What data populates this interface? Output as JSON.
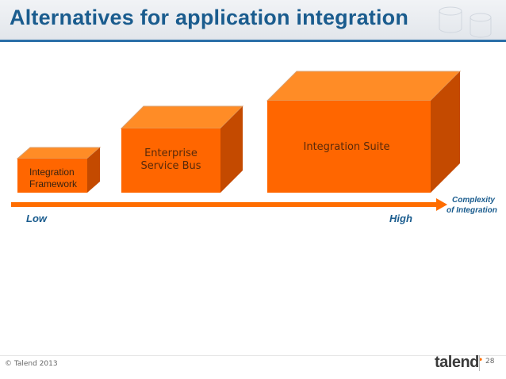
{
  "title": "Alternatives for application integration",
  "boxes": [
    {
      "label": "Integration\nFramework"
    },
    {
      "label": "Enterprise\nService Bus"
    },
    {
      "label": "Integration Suite"
    }
  ],
  "axis": {
    "low": "Low",
    "high": "High",
    "label_line1": "Complexity",
    "label_line2": "of Integration"
  },
  "footer": {
    "copyright": "© Talend 2013",
    "logo": "talend",
    "page_number": "28"
  },
  "colors": {
    "title": "#1a5c8e",
    "box_front": "#ff6600",
    "box_top": "#ff8c26",
    "box_side": "#c44a00",
    "arrow": "#ff6d00"
  }
}
